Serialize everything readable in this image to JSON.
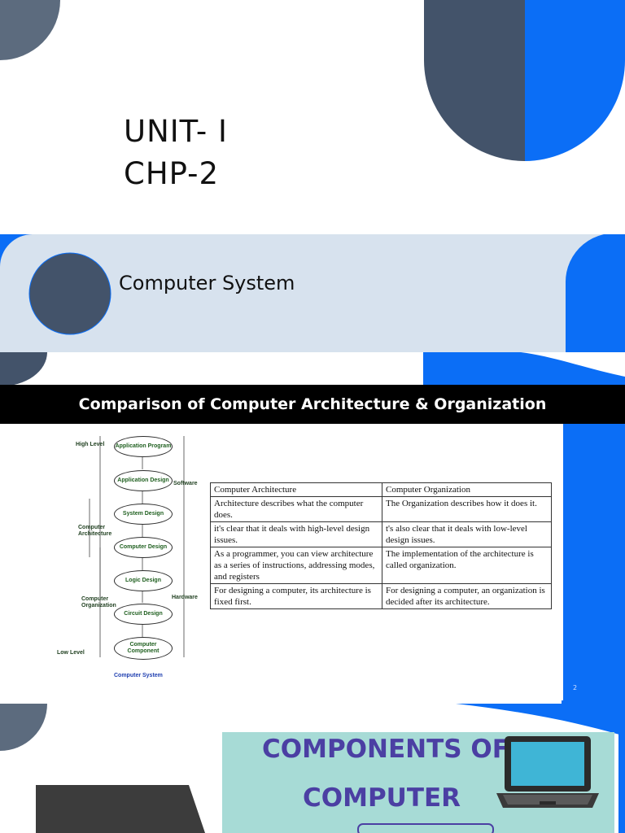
{
  "slide1": {
    "line1": "UNIT- I",
    "line2": "CHP-2"
  },
  "slide2": {
    "title": "Computer System"
  },
  "slide3": {
    "header": "Comparison of Computer Architecture & Organization",
    "page_number": "2",
    "diagram": {
      "levels": {
        "high": "High Level",
        "low": "Low Level"
      },
      "nodes": [
        "Application Program",
        "Application Design",
        "System Design",
        "Computer Design",
        "Logic Design",
        "Circuit Design",
        "Computer Component"
      ],
      "side_labels": {
        "software": "Software",
        "hardware": "Hardware",
        "architecture": "Computer Architecture",
        "organization": "Computer Organization"
      },
      "caption": "Computer System"
    },
    "table": {
      "headers": [
        "Computer Architecture",
        "Computer Organization"
      ],
      "rows": [
        [
          "Architecture describes what the computer does.",
          "The Organization describes how it does it."
        ],
        [
          "it's clear that it deals with high-level design issues.",
          "t's also clear that it deals with low-level design issues."
        ],
        [
          "As a programmer, you can view architecture as a series of instructions, addressing modes, and registers",
          "The implementation of the architecture is called organization."
        ],
        [
          "For designing a computer, its architecture is fixed first.",
          "For designing a computer, an organization is decided after its architecture."
        ]
      ]
    }
  },
  "slide4": {
    "line1": "COMPONENTS OF",
    "line2": "COMPUTER"
  },
  "icons": [
    "laptop-icon"
  ],
  "colors": {
    "dark": "#43536a",
    "blue": "#0b6ef6",
    "band": "#d7e2ee",
    "purple": "#4b3fa3",
    "teal": "#a7dbd6"
  }
}
